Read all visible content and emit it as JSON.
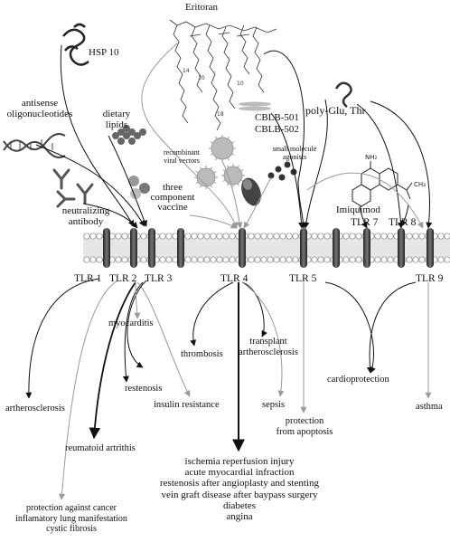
{
  "agents": {
    "eritoran": "Eritoran",
    "hsp10": "HSP 10",
    "antisense": [
      "antisense",
      "oligonucleotides"
    ],
    "dietary": [
      "dietary",
      "lipids"
    ],
    "neutralizing": [
      "neutralizing",
      "antibody"
    ],
    "vaccine": [
      "three",
      "component",
      "vaccine"
    ],
    "viral": [
      "recombinant",
      "viral vectors"
    ],
    "smallmol": [
      "small molecule",
      "agonists"
    ],
    "cblb1": "CBLB-501",
    "cblb2": "CBLB-502",
    "polyglu": "poly-Glu, Thr",
    "imiquimod": "Imiquimod"
  },
  "tlrs": {
    "tlr1": "TLR 1",
    "tlr2": "TLR 2",
    "tlr3": "TLR 3",
    "tlr4": "TLR 4",
    "tlr5": "TLR 5",
    "tlr7": "TLR 7",
    "tlr8": "TLR 8",
    "tlr9": "TLR 9"
  },
  "outcomes": {
    "myocarditis": "myocarditis",
    "thrombosis": "thrombosis",
    "transplant": [
      "transplant",
      "artherosclerosis"
    ],
    "restenosis": "restenosis",
    "insulin": "insulin resistance",
    "sepsis": "sepsis",
    "cardioprotection": "cardioprotection",
    "asthma": "asthma",
    "atherosclerosis": "artherosclerosis",
    "protection_apoptosis": [
      "protection",
      "from apoptosis"
    ],
    "arthritis": "reumatoid artrithis",
    "cancer": [
      "protection against cancer",
      "inflamatory lung manifestation",
      "cystic fibrosis"
    ],
    "ischemia": [
      "ischemia reperfusion injury",
      "acute myocardial infraction",
      "restenosis after angioplasty and stenting",
      "vein graft disease after baypass surgery",
      "diabetes",
      "angina"
    ]
  },
  "molecule_labels": {
    "nh2": "NH₂",
    "ch3": "CH₃",
    "chain_a": "14",
    "chain_b": "10",
    "chain_c": "18",
    "chain_d": "10"
  },
  "colors": {
    "black": "#111111",
    "gray": "#9a9a9a",
    "membrane": "#d9d9d9"
  }
}
